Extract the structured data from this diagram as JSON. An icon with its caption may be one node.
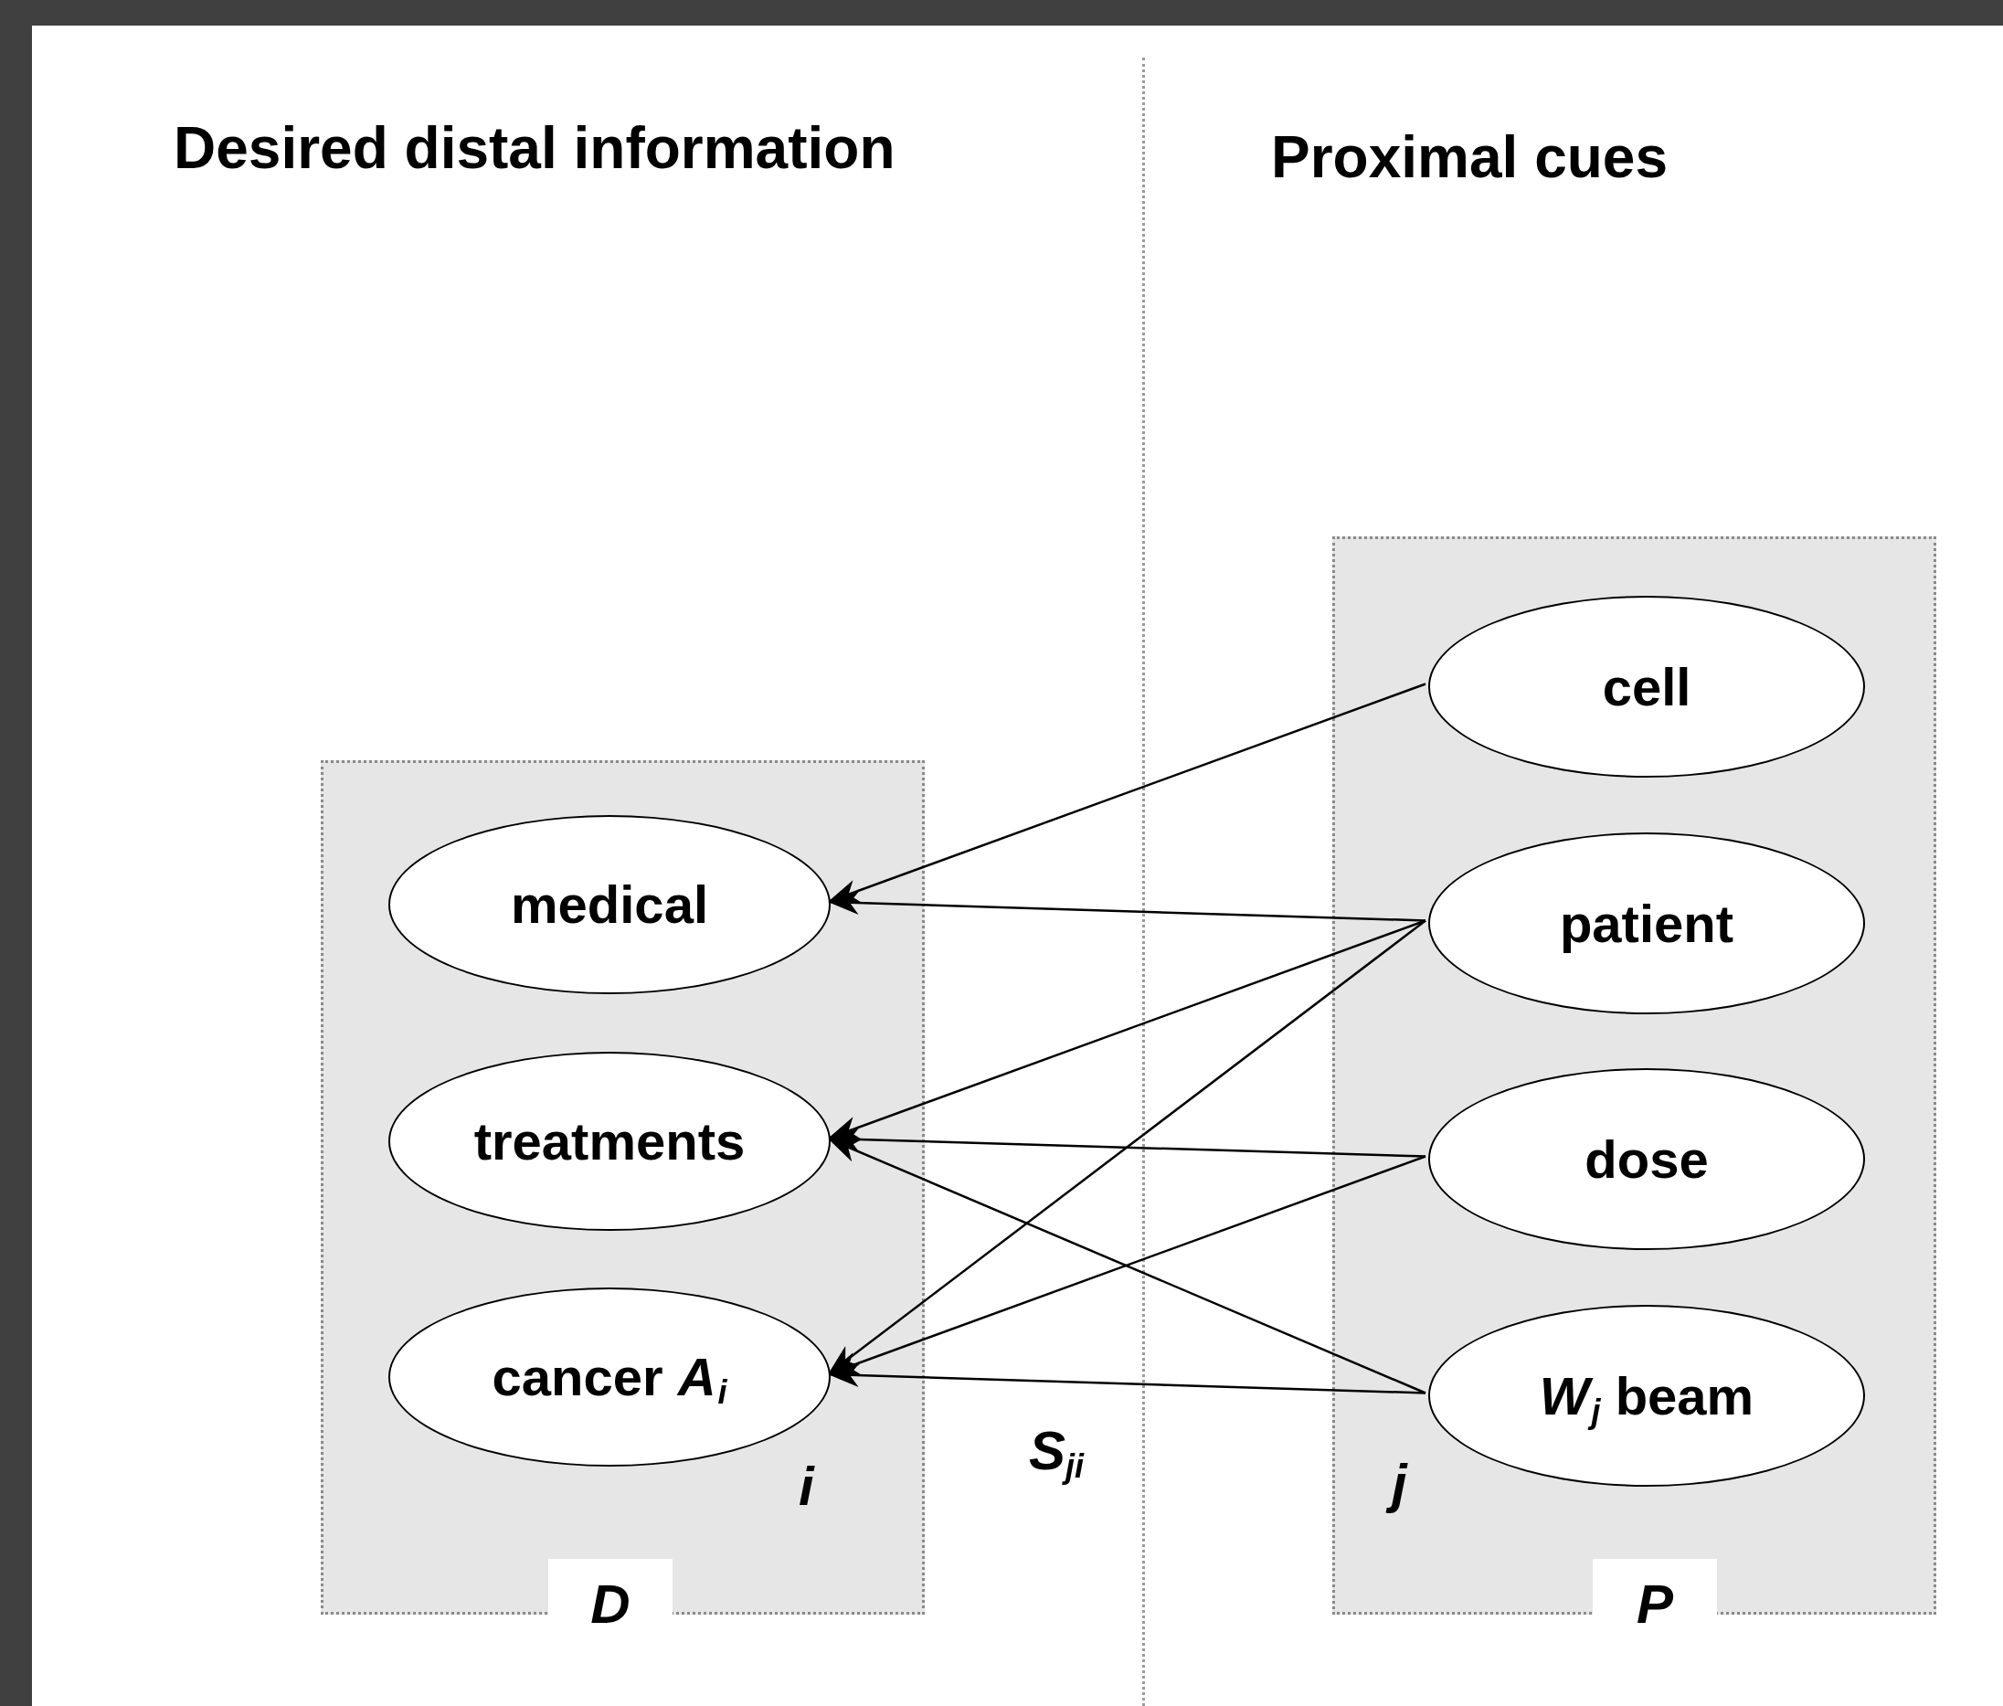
{
  "diagram": {
    "nodes": [
      {
        "text": [
          "i",
          "D"
        ]
      },
      {
        "text": [
          "medical"
        ],
        "in": 0
      },
      {
        "text": [
          "treatments"
        ],
        "in": 0
      },
      {
        "text": [
          "cancer *A*$_{i}$"
        ],
        "in": 0
      },
      {
        "text": [
          "j",
          "P"
        ]
      },
      {
        "text": [
          "cell"
        ],
        "in": 4
      },
      {
        "text": [
          "patient"
        ],
        "in": 4
      },
      {
        "text": [
          "dose"
        ],
        "in": 4
      },
      {
        "text": [
          "*W*$_{j}$ beam"
        ],
        "in": 4
      }
    ],
    "edges": [
      {
        "from": 5,
        "to": 1,
        "arrow": "to"
      },
      {
        "from": 6,
        "to": 1,
        "arrow": "to"
      },
      {
        "from": 6,
        "to": 2,
        "arrow": "to"
      },
      {
        "from": 6,
        "to": 3,
        "arrow": "to"
      },
      {
        "from": 7,
        "to": 2,
        "arrow": "to"
      },
      {
        "from": 7,
        "to": 3,
        "arrow": "to"
      },
      {
        "from": 8,
        "to": 2,
        "arrow": "to"
      },
      {
        "from": 8,
        "to": 3,
        "arrow": "to"
      }
    ],
    "labels": [
      "Desired distal information",
      "Proximal cues",
      "S$_{ji}$"
    ]
  }
}
